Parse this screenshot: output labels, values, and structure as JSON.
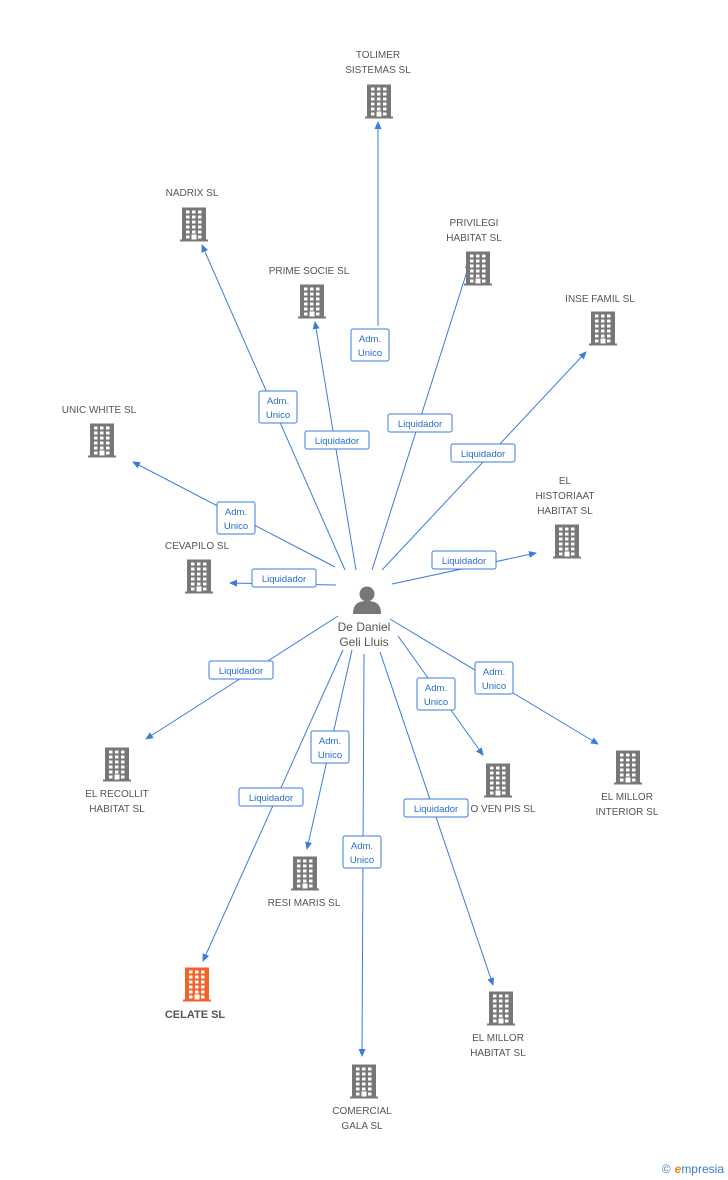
{
  "center": {
    "name_line1": "De Daniel",
    "name_line2": "Geli Lluis"
  },
  "companies": [
    {
      "id": "tolimer",
      "lines": [
        "TOLIMER",
        "SISTEMAS SL"
      ],
      "highlight": false
    },
    {
      "id": "nadrix",
      "lines": [
        "NADRIX  SL"
      ],
      "highlight": false
    },
    {
      "id": "privilegi",
      "lines": [
        "PRIVILEGI",
        "HABITAT SL"
      ],
      "highlight": false
    },
    {
      "id": "primesocie",
      "lines": [
        "PRIME SOCIE SL"
      ],
      "highlight": false
    },
    {
      "id": "insefamil",
      "lines": [
        "INSE FAMIL SL"
      ],
      "highlight": false
    },
    {
      "id": "unicwhite",
      "lines": [
        "UNIC WHITE SL"
      ],
      "highlight": false
    },
    {
      "id": "historiaat",
      "lines": [
        "EL",
        "HISTORIAAT",
        "HABITAT SL"
      ],
      "highlight": false
    },
    {
      "id": "cevapilo",
      "lines": [
        "CEVAPILO SL"
      ],
      "highlight": false
    },
    {
      "id": "elrecollit",
      "lines": [
        "EL RECOLLIT",
        "HABITAT SL"
      ],
      "highlight": false
    },
    {
      "id": "ovenpis",
      "lines": [
        "O VEN PIS SL"
      ],
      "highlight": false
    },
    {
      "id": "elmillorinterior",
      "lines": [
        "EL MILLOR",
        "INTERIOR SL"
      ],
      "highlight": false
    },
    {
      "id": "resimaris",
      "lines": [
        "RESI MARIS SL"
      ],
      "highlight": false
    },
    {
      "id": "celate",
      "lines": [
        "CELATE SL"
      ],
      "highlight": true
    },
    {
      "id": "elmillorhabitat",
      "lines": [
        "EL MILLOR",
        "HABITAT SL"
      ],
      "highlight": false
    },
    {
      "id": "comercialgala",
      "lines": [
        "COMERCIAL",
        "GALA SL"
      ],
      "highlight": false
    }
  ],
  "edges": [
    {
      "to": "tolimer",
      "role": [
        "Adm.",
        "Unico"
      ]
    },
    {
      "to": "nadrix",
      "role": [
        "Adm.",
        "Unico"
      ]
    },
    {
      "to": "privilegi",
      "role": [
        "Liquidador"
      ]
    },
    {
      "to": "primesocie",
      "role": [
        "Liquidador"
      ]
    },
    {
      "to": "insefamil",
      "role": [
        "Liquidador"
      ]
    },
    {
      "to": "unicwhite",
      "role": [
        "Adm.",
        "Unico"
      ]
    },
    {
      "to": "historiaat",
      "role": [
        "Liquidador"
      ]
    },
    {
      "to": "cevapilo",
      "role": [
        "Liquidador"
      ]
    },
    {
      "to": "elrecollit",
      "role": [
        "Liquidador"
      ]
    },
    {
      "to": "ovenpis",
      "role": [
        "Adm.",
        "Unico"
      ]
    },
    {
      "to": "elmillorinterior",
      "role": [
        "Adm.",
        "Unico"
      ]
    },
    {
      "to": "resimaris",
      "role": [
        "Adm.",
        "Unico"
      ]
    },
    {
      "to": "celate",
      "role": [
        "Liquidador"
      ]
    },
    {
      "to": "elmillorhabitat",
      "role": [
        "Liquidador"
      ]
    },
    {
      "to": "comercialgala",
      "role": [
        "Adm.",
        "Unico"
      ]
    }
  ],
  "colors": {
    "edge": "#3b7dd8",
    "building": "#777777",
    "highlight": "#f0632a",
    "person": "#777777"
  },
  "watermark": {
    "copyright": "©",
    "brand_initial": "e",
    "brand_rest": "mpresia"
  }
}
